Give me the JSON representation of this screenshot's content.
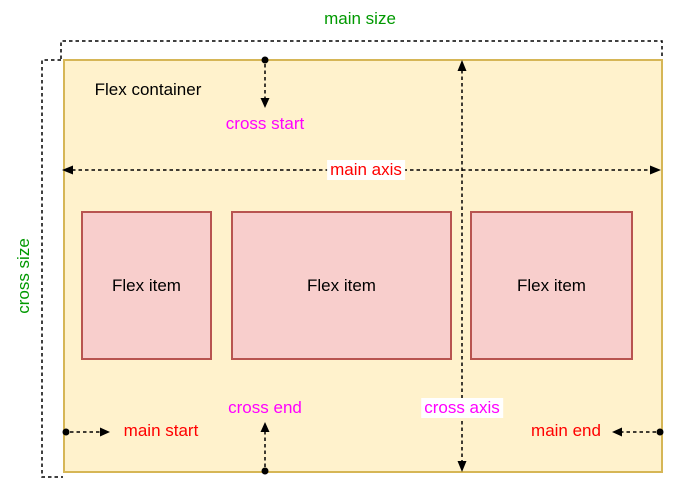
{
  "diagram": {
    "container_label": "Flex container",
    "items": [
      {
        "label": "Flex item"
      },
      {
        "label": "Flex item"
      },
      {
        "label": "Flex item"
      }
    ],
    "labels": {
      "main_size": "main size",
      "cross_size": "cross size",
      "main_axis": "main axis",
      "cross_axis": "cross axis",
      "main_start": "main start",
      "main_end": "main end",
      "cross_start": "cross start",
      "cross_end": "cross end"
    },
    "colors": {
      "size_label_green": "#009900",
      "axis_label_red": "#FF0000",
      "cross_label_magenta": "#FF00FF",
      "container_fill": "#FFF2CC",
      "container_stroke": "#D6B656",
      "item_fill": "#F8CECC",
      "item_stroke": "#B85450",
      "annotation_line": "#000000"
    }
  }
}
